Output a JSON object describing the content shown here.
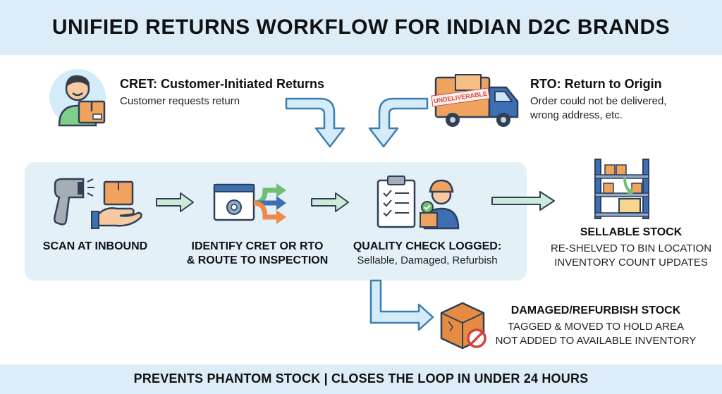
{
  "title": "UNIFIED RETURNS WORKFLOW FOR INDIAN D2C BRANDS",
  "cret": {
    "title": "CRET: Customer-Initiated Returns",
    "description": "Customer requests return"
  },
  "rto": {
    "title": "RTO: Return to Origin",
    "description_line1": "Order could not be delivered,",
    "description_line2": "wrong address, etc.",
    "truck_label": "UNDELIVERABLE"
  },
  "steps": [
    {
      "label_line1": "SCAN AT INBOUND",
      "label_line2": ""
    },
    {
      "label_line1": "IDENTIFY CRET OR RTO",
      "label_line2": "& ROUTE TO INSPECTION"
    },
    {
      "label_line1": "QUALITY CHECK LOGGED:",
      "label_line2": "Sellable, Damaged, Refurbish"
    }
  ],
  "outcomes": {
    "sellable": {
      "title": "SELLABLE STOCK",
      "line1": "RE-SHELVED TO BIN LOCATION",
      "line2": "INVENTORY COUNT UPDATES"
    },
    "damaged": {
      "title": "DAMAGED/REFURBISH STOCK",
      "line1": "TAGGED & MOVED TO HOLD AREA",
      "line2": "NOT ADDED TO AVAILABLE INVENTORY"
    }
  },
  "footer": "PREVENTS PHANTOM STOCK | CLOSES THE LOOP IN UNDER 24 HOURS",
  "colors": {
    "band": "#dcedf7",
    "panel": "#e3f0f8",
    "arrow_blue": "#bfe0f6",
    "arrow_green": "#cdebd9",
    "orange": "#f0a35e",
    "navy": "#2f3f56"
  }
}
